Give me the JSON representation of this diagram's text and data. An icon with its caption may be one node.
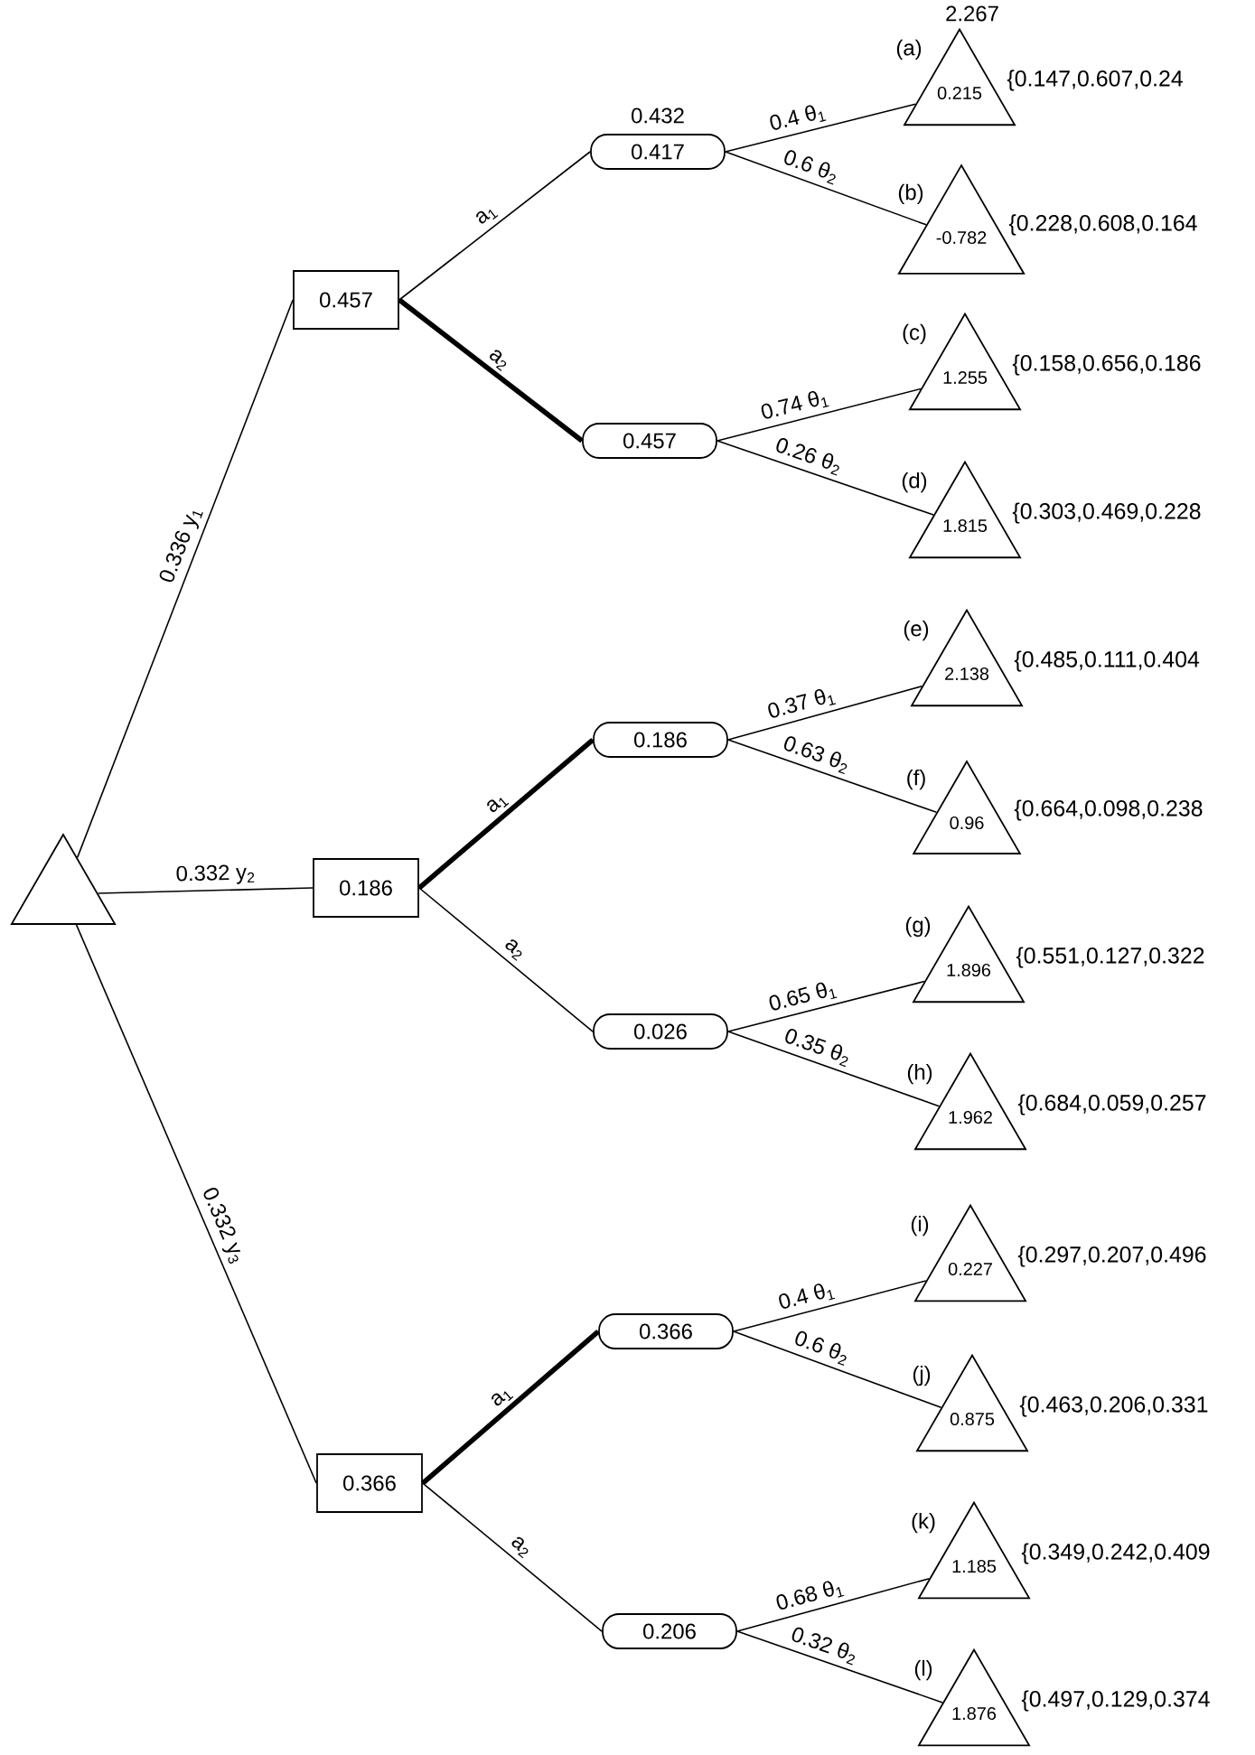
{
  "diagram": {
    "nodes": [
      {
        "text": [],
        "shape": "triangle"
      },
      {
        "text": [
          "0.457"
        ]
      },
      {
        "text": [
          "0.186"
        ]
      },
      {
        "text": [
          "0.366"
        ]
      },
      {
        "text": [
          "0.417"
        ],
        "beside": [
          "0.432"
        ]
      },
      {
        "text": [
          "0.457"
        ]
      },
      {
        "text": [
          "0.186"
        ]
      },
      {
        "text": [
          "0.026"
        ]
      },
      {
        "text": [
          "0.366"
        ]
      },
      {
        "text": [
          "0.206"
        ]
      },
      {
        "text": [
          "0.215"
        ],
        "beside": [
          "2.267",
          "(a)",
          "{0.147,0.607,0.24"
        ]
      },
      {
        "text": [
          "-0.782"
        ],
        "beside": [
          "(b)",
          "{0.228,0.608,0.164"
        ]
      },
      {
        "text": [
          "1.255"
        ],
        "beside": [
          "(c)",
          "{0.158,0.656,0.186"
        ]
      },
      {
        "text": [
          "1.815"
        ],
        "beside": [
          "(d)",
          "{0.303,0.469,0.228"
        ]
      },
      {
        "text": [
          "2.138"
        ],
        "beside": [
          "(e)",
          "{0.485,0.111,0.404"
        ]
      },
      {
        "text": [
          "0.96"
        ],
        "beside": [
          "(f)",
          "{0.664,0.098,0.238"
        ]
      },
      {
        "text": [
          "1.896"
        ],
        "beside": [
          "(g)",
          "{0.551,0.127,0.322"
        ]
      },
      {
        "text": [
          "1.962"
        ],
        "beside": [
          "(h)",
          "{0.684,0.059,0.257"
        ]
      },
      {
        "text": [
          "0.227"
        ],
        "beside": [
          "(i)",
          "{0.297,0.207,0.496"
        ]
      },
      {
        "text": [
          "0.875"
        ],
        "beside": [
          "(j)",
          "{0.463,0.206,0.331"
        ]
      },
      {
        "text": [
          "1.185"
        ],
        "beside": [
          "(k)",
          "{0.349,0.242,0.409"
        ]
      },
      {
        "text": [
          "1.876"
        ],
        "beside": [
          "(l)",
          "{0.497,0.129,0.374"
        ]
      }
    ],
    "edges": [
      {
        "from": 0,
        "to": 1,
        "arrow": "none",
        "label": "0.336 y$_{1}$"
      },
      {
        "from": 0,
        "to": 2,
        "arrow": "none",
        "label": "0.332 y$_{2}$"
      },
      {
        "from": 0,
        "to": 3,
        "arrow": "none",
        "label": "0.332 y$_{3}$"
      },
      {
        "from": 1,
        "to": 4,
        "arrow": "none",
        "label": "a$_{1}$"
      },
      {
        "from": 1,
        "to": 5,
        "arrow": "none",
        "label": "a$_{2}$",
        "style": "thick"
      },
      {
        "from": 2,
        "to": 6,
        "arrow": "none",
        "label": "a$_{1}$",
        "style": "thick"
      },
      {
        "from": 2,
        "to": 7,
        "arrow": "none",
        "label": "a$_{2}$"
      },
      {
        "from": 3,
        "to": 8,
        "arrow": "none",
        "label": "a$_{1}$",
        "style": "thick"
      },
      {
        "from": 3,
        "to": 9,
        "arrow": "none",
        "label": "a$_{2}$"
      },
      {
        "from": 4,
        "to": 10,
        "arrow": "none",
        "label": "0.4 θ$_{1}$"
      },
      {
        "from": 4,
        "to": 11,
        "arrow": "none",
        "label": "0.6 θ$_{2}$"
      },
      {
        "from": 5,
        "to": 12,
        "arrow": "none",
        "label": "0.74 θ$_{1}$"
      },
      {
        "from": 5,
        "to": 13,
        "arrow": "none",
        "label": "0.26 θ$_{2}$"
      },
      {
        "from": 6,
        "to": 14,
        "arrow": "none",
        "label": "0.37 θ$_{1}$"
      },
      {
        "from": 6,
        "to": 15,
        "arrow": "none",
        "label": "0.63 θ$_{2}$"
      },
      {
        "from": 7,
        "to": 16,
        "arrow": "none",
        "label": "0.65 θ$_{1}$"
      },
      {
        "from": 7,
        "to": 17,
        "arrow": "none",
        "label": "0.35 θ$_{2}$"
      },
      {
        "from": 8,
        "to": 18,
        "arrow": "none",
        "label": "0.4 θ$_{1}$"
      },
      {
        "from": 8,
        "to": 19,
        "arrow": "none",
        "label": "0.6 θ$_{2}$"
      },
      {
        "from": 9,
        "to": 20,
        "arrow": "none",
        "label": "0.68 θ$_{1}$"
      },
      {
        "from": 9,
        "to": 21,
        "arrow": "none",
        "label": "0.32 θ$_{2}$"
      }
    ]
  }
}
